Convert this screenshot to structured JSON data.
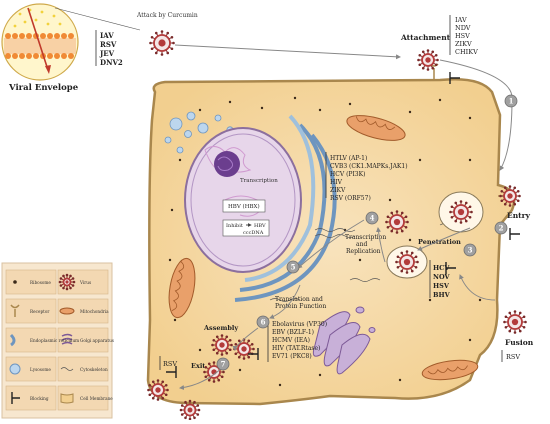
{
  "inset": {
    "label": "Viral Envelope",
    "viruses": [
      "IAV",
      "RSV",
      "JEV",
      "DNV2"
    ]
  },
  "attack_label": "Attack by Curcumin",
  "attachment": {
    "label": "Attachment",
    "viruses": [
      "IAV",
      "NDV",
      "HSV",
      "ZIKV",
      "CHIKV"
    ]
  },
  "steps": {
    "entry": "Entry",
    "penetration": "Penetration",
    "fusion": "Fusion",
    "assembly": "Assembly",
    "exit": "Exit",
    "transcription_replication": [
      "Transcription",
      "and",
      "Replication"
    ],
    "translation": [
      "Translation and",
      "Protein Function"
    ],
    "nucleus_transcription": "Transcription"
  },
  "step_numbers": [
    "1",
    "2",
    "3",
    "4",
    "5",
    "6",
    "7"
  ],
  "transcription_viruses": [
    "HTLV (AP-1)",
    "CVB3 (CK1.MAPKs.JAK1)",
    "HCV (PI3K)",
    "HIV",
    "ZIKV",
    "RSV (ORF57)"
  ],
  "penetration_viruses": [
    "HCV",
    "NOV",
    "HSV",
    "BHV"
  ],
  "fusion_viruses": [
    "RSV"
  ],
  "exit_viruses": [
    "RSV"
  ],
  "nucleus": {
    "hbv_label": "HBV (HBX)",
    "cccdna_prefix": "Inhibit",
    "cccdna_suffix": "HBV",
    "cccdna_line2": "cccDNA"
  },
  "translation_viruses": [
    "Ebolavirus (VP30)",
    "EBV (BZLF-1)",
    "HCMV (IEA)",
    "HIV (TAT.Rtase)",
    "EV71 (PKC8)"
  ],
  "legend": [
    {
      "left": "Ribosome",
      "right": "Virus"
    },
    {
      "left": "Receptor",
      "right": "Mitochondria"
    },
    {
      "left": "Endoplasmic reticulum",
      "right": "Golgi apparatus"
    },
    {
      "left": "Lysosome",
      "right": "Cytoskeleton"
    },
    {
      "left": "Blocking",
      "right": "Cell Membrane"
    }
  ],
  "colors": {
    "cytoplasm": "#f7dfb2",
    "membrane": "#a9874d",
    "nucleus": "#e7d6ea",
    "er": "#9fc0dc",
    "mito": "#e9a06a",
    "golgi": "#c8b0d8",
    "virus": "#b33b3b",
    "step_circle": "#a0a0a0"
  }
}
